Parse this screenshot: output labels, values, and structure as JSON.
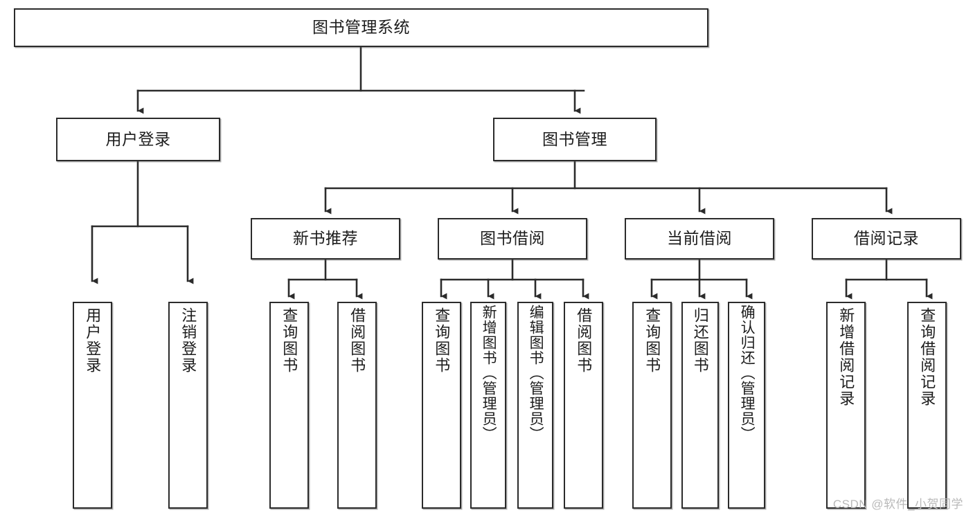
{
  "diagram": {
    "type": "hierarchy-tree",
    "title": "图书管理系统",
    "watermark": "CSDN @软件_小贺同学",
    "colors": {
      "box_border": "#2b2b2b",
      "box_fill": "#ffffff",
      "edge": "#2b2b2b",
      "text": "#1c1c1c",
      "watermark": "#b9b9b9"
    },
    "levels": {
      "root": {
        "label": "图书管理系统"
      },
      "level1": [
        {
          "label": "用户登录"
        },
        {
          "label": "图书管理"
        }
      ],
      "level2": [
        {
          "label": "新书推荐"
        },
        {
          "label": "图书借阅"
        },
        {
          "label": "当前借阅"
        },
        {
          "label": "借阅记录"
        }
      ],
      "leaves": {
        "user_login": [
          {
            "label": "用户登录"
          },
          {
            "label": "注销登录"
          }
        ],
        "new_book": [
          {
            "label": "查询图书"
          },
          {
            "label": "借阅图书"
          }
        ],
        "book_borrow": [
          {
            "label": "查询图书"
          },
          {
            "label": "新增图书（管理员）"
          },
          {
            "label": "编辑图书（管理员）"
          },
          {
            "label": "借阅图书"
          }
        ],
        "current_borrow": [
          {
            "label": "查询图书"
          },
          {
            "label": "归还图书"
          },
          {
            "label": "确认归还（管理员）"
          }
        ],
        "borrow_record": [
          {
            "label": "新增借阅记录"
          },
          {
            "label": "查询借阅记录"
          }
        ]
      }
    }
  }
}
